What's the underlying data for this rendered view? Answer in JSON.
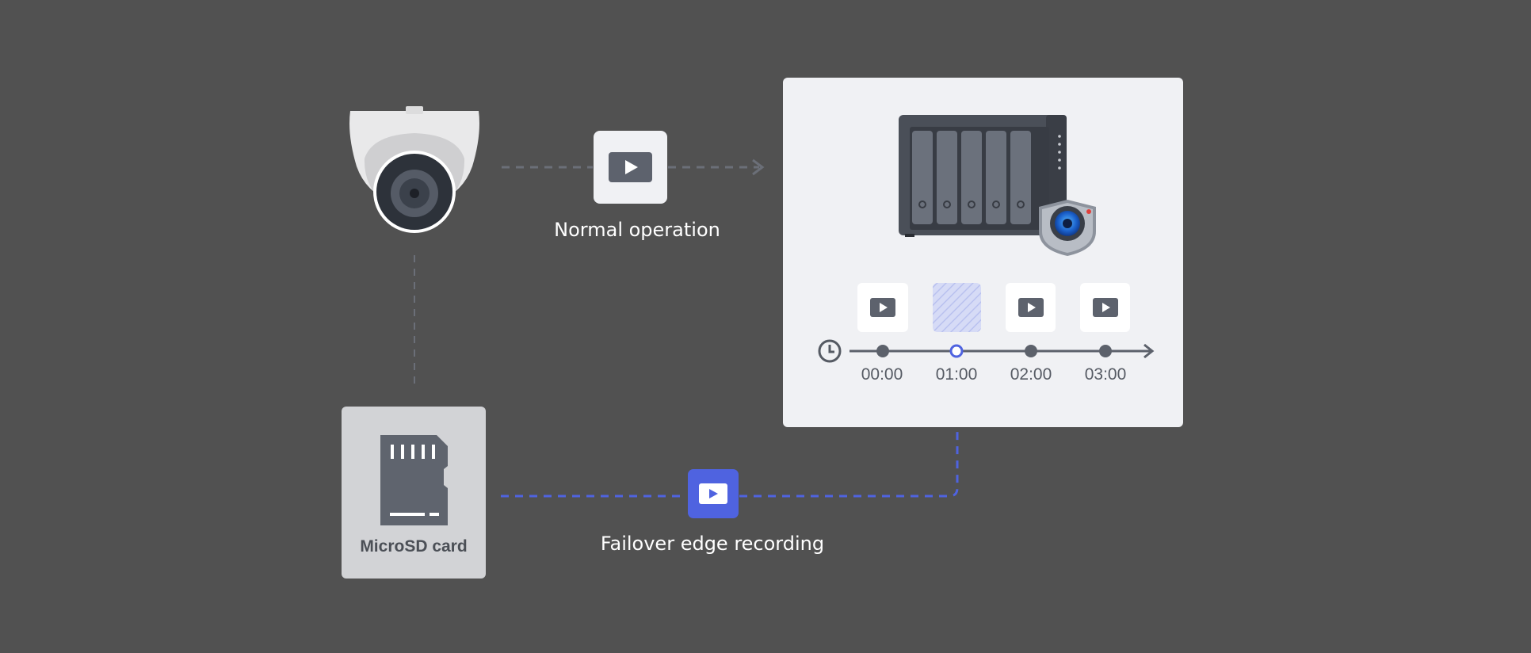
{
  "labels": {
    "normal_operation": "Normal operation",
    "failover_edge_recording": "Failover edge recording",
    "microsd_card": "MicroSD card"
  },
  "timeline": {
    "times": [
      "00:00",
      "01:00",
      "02:00",
      "03:00"
    ],
    "slots": [
      "recorded",
      "missing",
      "recorded",
      "recorded"
    ]
  },
  "icons": {
    "camera": "dome-camera-icon",
    "nas": "nas-server-icon",
    "surveillance": "surveillance-shield-icon",
    "clock": "clock-icon",
    "sd": "microsd-card-icon",
    "video": "video-play-icon"
  },
  "colors": {
    "background": "#515151",
    "panel": "#f0f1f4",
    "accent": "#4f63e0",
    "dashed_gray": "#6b6f78",
    "sd_box": "#d2d3d6"
  }
}
